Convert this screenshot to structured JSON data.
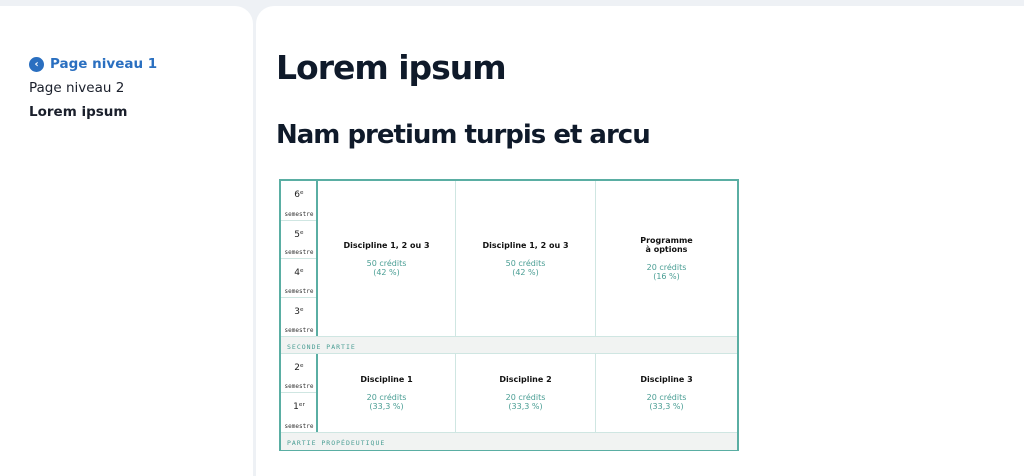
{
  "sidebar": {
    "back": "Page niveau 1",
    "level2": "Page niveau 2",
    "current": "Lorem ipsum"
  },
  "main": {
    "title": "Lorem ipsum",
    "subtitle": "Nam pretium turpis et arcu"
  },
  "table": {
    "semester_label": "semestre",
    "upper_semesters": [
      "6ᵉ",
      "5ᵉ",
      "4ᵉ",
      "3ᵉ"
    ],
    "lower_semesters": [
      "2ᵉ",
      "1ᵉʳ"
    ],
    "upper_band": "SECONDE PARTIE",
    "lower_band": "PARTIE PROPÉDEUTIQUE",
    "upper_cells": [
      {
        "title": "Discipline 1, 2 ou 3",
        "credits": "50 crédits",
        "pct": "(42 %)"
      },
      {
        "title": "Discipline 1, 2 ou 3",
        "credits": "50 crédits",
        "pct": "(42 %)"
      },
      {
        "title": "Programme\nà options",
        "credits": "20 crédits",
        "pct": "(16 %)"
      }
    ],
    "lower_cells": [
      {
        "title": "Discipline 1",
        "credits": "20 crédits",
        "pct": "(33,3 %)"
      },
      {
        "title": "Discipline 2",
        "credits": "20 crédits",
        "pct": "(33,3 %)"
      },
      {
        "title": "Discipline 3",
        "credits": "20 crédits",
        "pct": "(33,3 %)"
      }
    ]
  }
}
